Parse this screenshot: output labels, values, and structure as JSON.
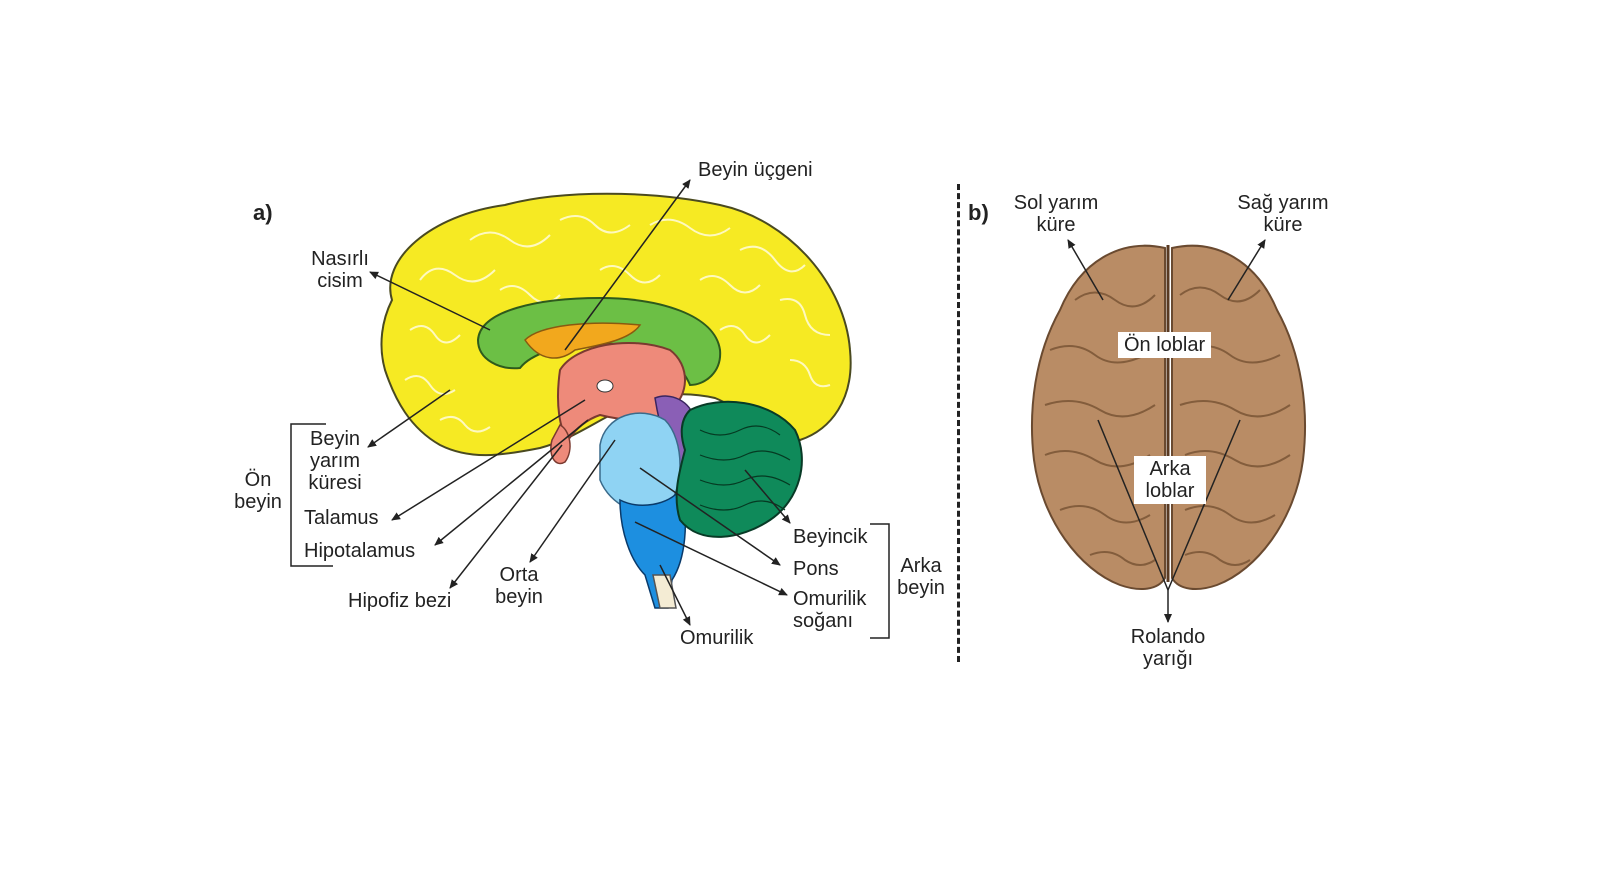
{
  "panel_a": {
    "label": "a)",
    "beyin_ucgeni": "Beyin üçgeni",
    "nasirli_cisim": "Nasırlı cisim",
    "beyin_yarim_kuresi": "Beyin yarım küresi",
    "talamus": "Talamus",
    "hipotalamus": "Hipotalamus",
    "hipofiz_bezi": "Hipofiz bezi",
    "orta_beyin": "Orta beyin",
    "omurilik": "Omurilik",
    "beyincik": "Beyincik",
    "pons": "Pons",
    "omurilik_soganı": "Omurilik soğanı",
    "on_beyin": "Ön beyin",
    "arka_beyin": "Arka beyin"
  },
  "panel_b": {
    "label": "b)",
    "sol_yarim_kure": "Sol yarım küre",
    "sag_yarim_kure": "Sağ yarım küre",
    "on_loblar": "Ön loblar",
    "arka_loblar": "Arka loblar",
    "rolando_yarigi": "Rolando yarığı"
  },
  "colors": {
    "cerebrum": "#f6ea23",
    "corpus_callosum": "#6cbf45",
    "fornix": "#f2a81d",
    "thalamus": "#ee8a7a",
    "midbrain": "#8a5fb6",
    "pons": "#8fd3f3",
    "medulla": "#1d8fe0",
    "cerebellum": "#0f8a5a",
    "brain_top": "#b98c65"
  }
}
